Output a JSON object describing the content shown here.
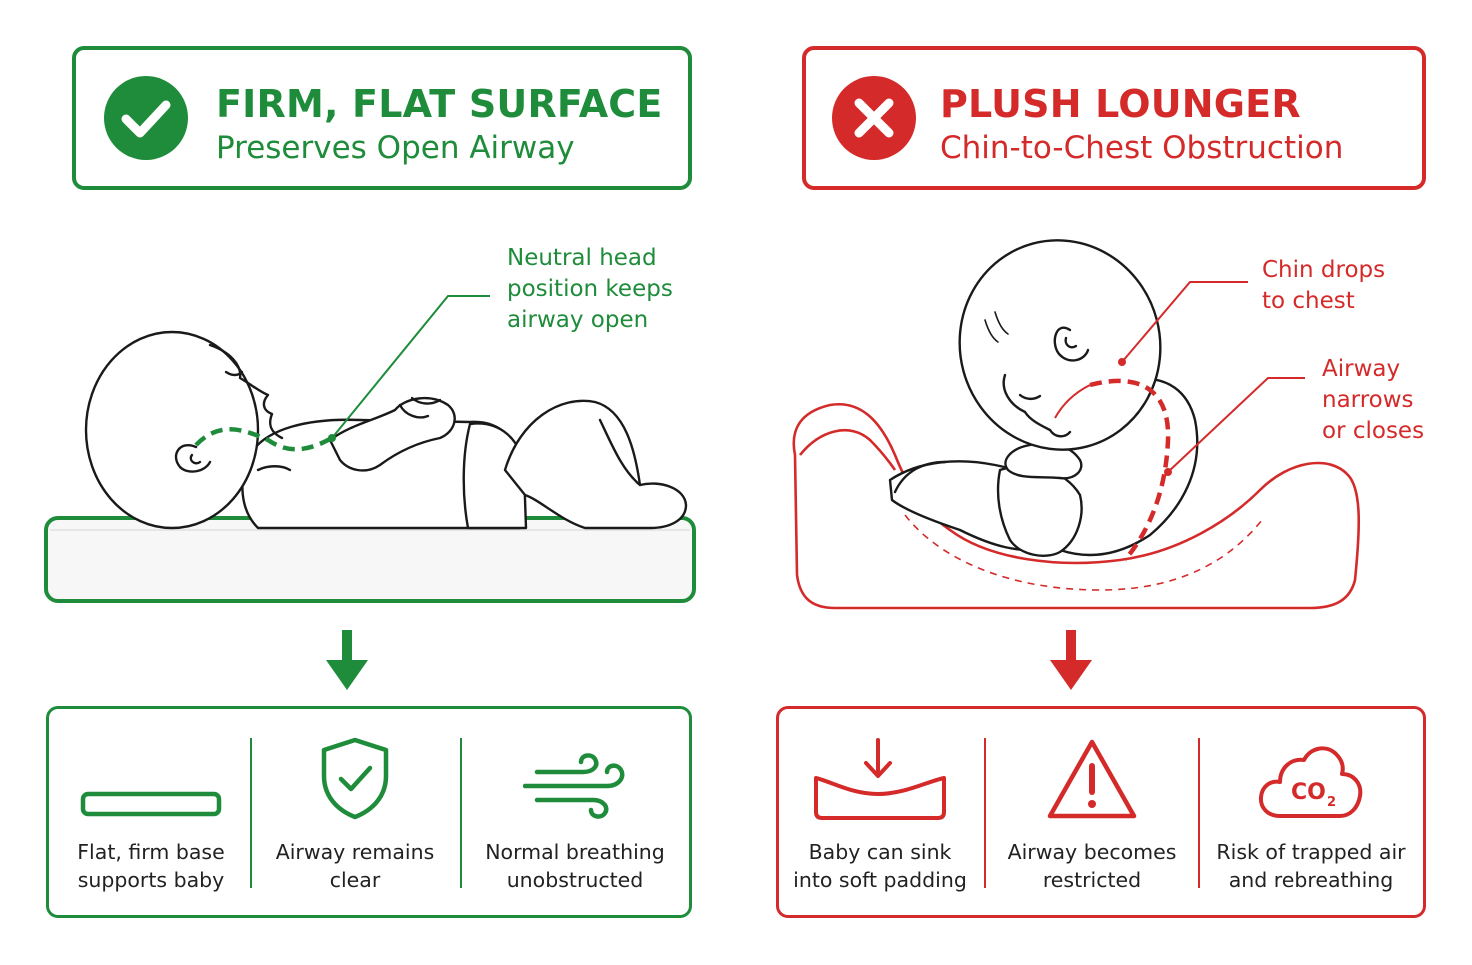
{
  "colors": {
    "safe": "#1e8c3a",
    "danger": "#d42a2a",
    "ink": "#1a1a1a",
    "text": "#222222"
  },
  "safe": {
    "title": "FIRM, FLAT SURFACE",
    "subtitle": "Preserves Open Airway",
    "header_icon": "check-circle-icon",
    "callout": [
      "Neutral head",
      "position keeps",
      "airway open"
    ],
    "items": [
      {
        "icon": "flat-base-icon",
        "line1": "Flat, firm base",
        "line2": "supports baby"
      },
      {
        "icon": "shield-check-icon",
        "line1": "Airway remains",
        "line2": "clear"
      },
      {
        "icon": "airflow-icon",
        "line1": "Normal breathing",
        "line2": "unobstructed"
      }
    ]
  },
  "danger": {
    "title": "PLUSH LOUNGER",
    "subtitle": "Chin-to-Chest Obstruction",
    "header_icon": "x-circle-icon",
    "callout_chin": [
      "Chin drops",
      "to chest"
    ],
    "callout_airway": [
      "Airway",
      "narrows",
      "or closes"
    ],
    "items": [
      {
        "icon": "sinking-padding-icon",
        "line1": "Baby can sink",
        "line2": "into soft padding"
      },
      {
        "icon": "warning-triangle-icon",
        "line1": "Airway becomes",
        "line2": "restricted"
      },
      {
        "icon": "co2-cloud-icon",
        "line1": "Risk of trapped air",
        "line2": "and rebreathing"
      }
    ]
  }
}
